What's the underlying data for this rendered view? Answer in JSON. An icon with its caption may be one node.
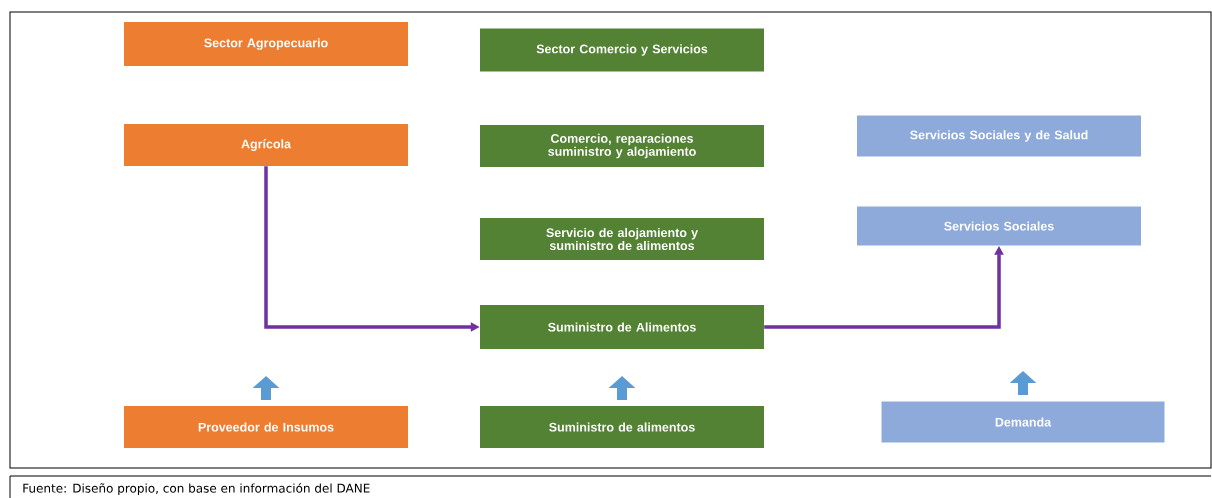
{
  "diagram": {
    "caption": "Fuente: Diseño propio, con base en información del DANE",
    "nodes": [
      {
        "text": [
          "Sector Agropecuario"
        ]
      },
      {
        "text": [
          "Sector Comercio y Servicios"
        ]
      },
      {
        "text": [
          "Agrícola"
        ]
      },
      {
        "text": [
          "Comercio, reparaciones suministro y alojamiento"
        ]
      },
      {
        "text": [
          "Servicios Sociales y de Salud"
        ]
      },
      {
        "text": [
          "Servicio de alojamiento y suministro de alimentos"
        ]
      },
      {
        "text": [
          "Servicios Sociales"
        ]
      },
      {
        "text": [
          "Suministro de Alimentos"
        ]
      },
      {
        "text": [
          "Proveedor de Insumos"
        ]
      },
      {
        "text": [
          "Suministro de alimentos"
        ]
      },
      {
        "text": [
          "Demanda"
        ]
      }
    ],
    "edges": [
      {
        "from": 2,
        "to": 7,
        "arrow": "to",
        "color": "#7030a0"
      },
      {
        "from": 7,
        "to": 6,
        "arrow": "to",
        "color": "#7030a0"
      }
    ]
  }
}
